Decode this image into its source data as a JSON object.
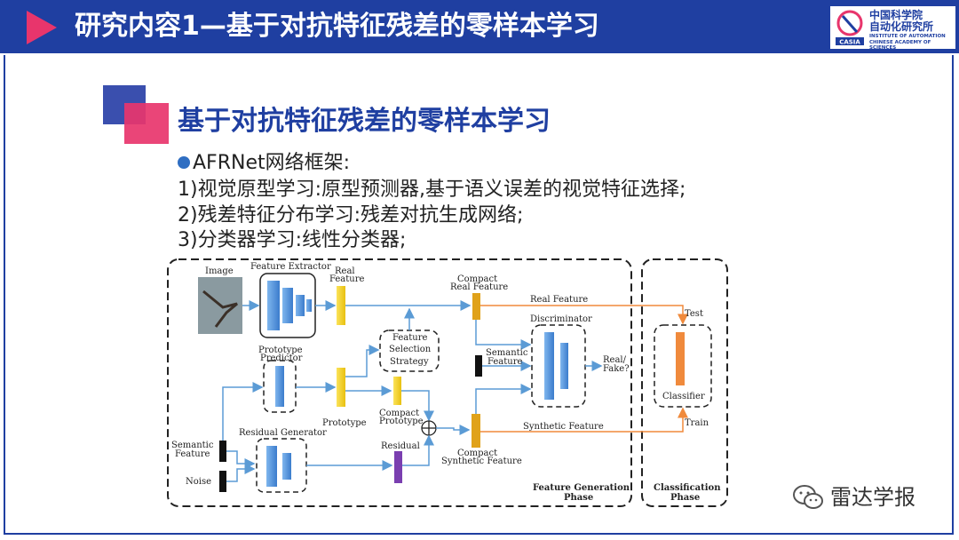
{
  "header": {
    "title": "研究内容1—基于对抗特征残差的零样本学习"
  },
  "logo": {
    "name_cn": "中国科学院 自动化研究所",
    "name_en": "INSTITUTE OF AUTOMATION CHINESE ACADEMY OF SCIENCES",
    "mark": "CASIA"
  },
  "section": {
    "heading": "基于对抗特征残差的零样本学习",
    "bullet": "AFRNet网络框架:",
    "items": [
      "1)视觉原型学习:原型预测器,基于语义误差的视觉特征选择;",
      "2)残差特征分布学习:残差对抗生成网络;",
      "3)分类器学习:线性分类器;"
    ]
  },
  "diagram": {
    "image": "Image",
    "feature_extractor": "Feature Extractor",
    "real_feature_1": "Real",
    "real_feature_2": "Feature",
    "compact_real_1": "Compact",
    "compact_real_2": "Real Feature",
    "real_feature_arrow": "Real Feature",
    "test": "Test",
    "discriminator": "Discriminator",
    "feature_sel_1": "Feature",
    "feature_sel_2": "Selection",
    "feature_sel_3": "Strategy",
    "prototype_pred_1": "Prototype",
    "prototype_pred_2": "Predictor",
    "semantic_feat_1": "Semantic",
    "semantic_feat_2": "Feature",
    "real_fake_1": "Real/",
    "real_fake_2": "Fake?",
    "classifier": "Classifier",
    "prototype": "Prototype",
    "compact_proto_1": "Compact",
    "compact_proto_2": "Prototype",
    "residual_generator": "Residual Generator",
    "synthetic_feature": "Synthetic Feature",
    "train": "Train",
    "semantic_in_1": "Semantic",
    "semantic_in_2": "Feature",
    "residual": "Residual",
    "compact_syn_1": "Compact",
    "compact_syn_2": "Synthetic Feature",
    "noise": "Noise",
    "phase_gen_1": "Feature Generation",
    "phase_gen_2": "Phase",
    "phase_cls_1": "Classification",
    "phase_cls_2": "Phase"
  },
  "watermark": {
    "text": "雷达学报"
  },
  "colors": {
    "header_bg": "#1f3fa1",
    "accent_pink": "#e8356c",
    "feature_yellow": "#f4d21a",
    "compact_gold": "#e0a21a",
    "residual_purple": "#7a3fb0",
    "classifier_orange": "#f08a3c",
    "net_blue": "#4a8fd6",
    "arrow_blue": "#5b9bd5"
  }
}
